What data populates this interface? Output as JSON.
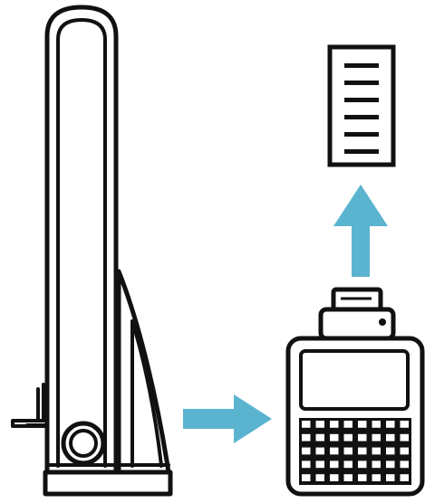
{
  "diagram": {
    "description_free": true,
    "colors": {
      "line": "#111111",
      "fill": "#ffffff",
      "arrow": "#5ab4d0",
      "screen": "#ffffff"
    },
    "icons": {
      "instrument": "height-gauge-icon",
      "processor": "data-processor-icon",
      "printout": "printout-icon",
      "arrow_right": "arrow-right-icon",
      "arrow_up": "arrow-up-icon"
    },
    "processor": {
      "key_rows": 5,
      "key_cols": 8
    },
    "printout": {
      "line_count": 6
    }
  }
}
